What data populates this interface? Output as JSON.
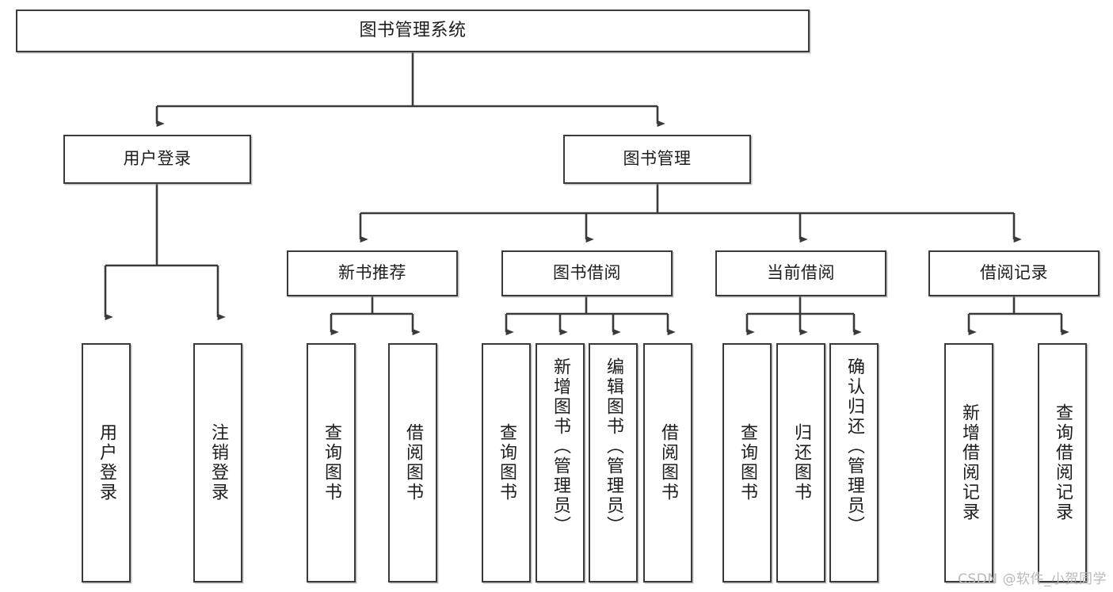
{
  "diagram": {
    "type": "tree-hierarchy",
    "title": "图书管理系统",
    "root": {
      "label": "图书管理系统"
    },
    "level2": [
      {
        "id": "user-login",
        "label": "用户登录"
      },
      {
        "id": "book-management",
        "label": "图书管理"
      }
    ],
    "level3": [
      {
        "id": "new-book-recommend",
        "label": "新书推荐",
        "parent": "book-management"
      },
      {
        "id": "book-borrow",
        "label": "图书借阅",
        "parent": "book-management"
      },
      {
        "id": "current-borrow",
        "label": "当前借阅",
        "parent": "book-management"
      },
      {
        "id": "borrow-record",
        "label": "借阅记录",
        "parent": "book-management"
      }
    ],
    "leaves": [
      {
        "id": "leaf-user-login",
        "label": "用户登录",
        "parent": "user-login"
      },
      {
        "id": "leaf-logout-login",
        "label": "注销登录",
        "parent": "user-login"
      },
      {
        "id": "leaf-query-book-1",
        "label": "查询图书",
        "parent": "new-book-recommend"
      },
      {
        "id": "leaf-borrow-book-1",
        "label": "借阅图书",
        "parent": "new-book-recommend"
      },
      {
        "id": "leaf-query-book-2",
        "label": "查询图书",
        "parent": "book-borrow"
      },
      {
        "id": "leaf-add-book",
        "label": "新增图书（管理员）",
        "parent": "book-borrow"
      },
      {
        "id": "leaf-edit-book",
        "label": "编辑图书（管理员）",
        "parent": "book-borrow"
      },
      {
        "id": "leaf-borrow-book-2",
        "label": "借阅图书",
        "parent": "book-borrow"
      },
      {
        "id": "leaf-query-book-3",
        "label": "查询图书",
        "parent": "current-borrow"
      },
      {
        "id": "leaf-return-book",
        "label": "归还图书",
        "parent": "current-borrow"
      },
      {
        "id": "leaf-confirm-return",
        "label": "确认归还（管理员）",
        "parent": "current-borrow"
      },
      {
        "id": "leaf-add-record",
        "label": "新增借阅记录",
        "parent": "borrow-record"
      },
      {
        "id": "leaf-query-record",
        "label": "查询借阅记录",
        "parent": "borrow-record"
      }
    ],
    "colors": {
      "border": "#3a3a3a",
      "connector": "#3a3a3a",
      "background": "#ffffff",
      "text": "#1d1d1d",
      "watermark": "#b9b9b9"
    }
  },
  "watermark": {
    "text": "CSDN @软件_小贺同学"
  }
}
